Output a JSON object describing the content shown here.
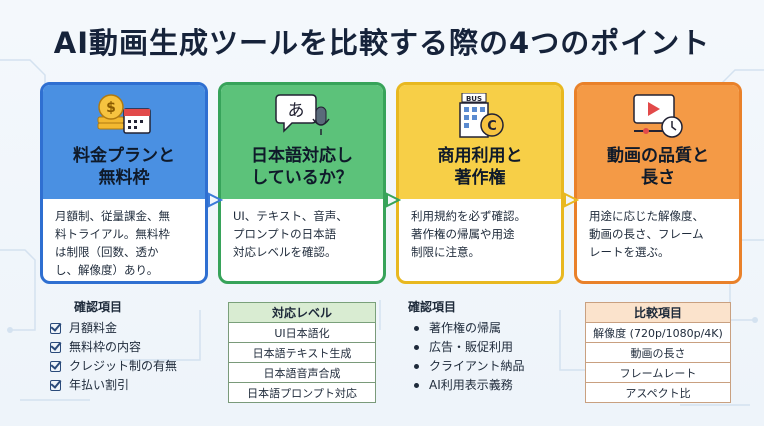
{
  "title": "AI動画生成ツールを比較する際の4つのポイント",
  "cards": [
    {
      "label_lines": [
        "料金プランと",
        "無料枠"
      ],
      "body": [
        "月額制、従量課金、無",
        "料トライアル。無料枠",
        "は制限（回数、透か",
        "し、解像度）あり。"
      ],
      "icon": "coin-calendar-icon",
      "color": "#4a90e2"
    },
    {
      "label_lines": [
        "日本語対応し",
        "しているか？"
      ],
      "body": [
        "UI、テキスト、音声、",
        "プロンプトの日本語",
        "対応レベルを確認。"
      ],
      "icon": "speech-mic-icon",
      "color": "#5cc27a",
      "icon_text": "あ"
    },
    {
      "label_lines": [
        "商用利用と",
        "著作権"
      ],
      "body": [
        "利用規約を必ず確認。",
        "著作権の帰属や用途",
        "制限に注意。"
      ],
      "icon": "bus-copyright-icon",
      "color": "#f7cf47",
      "icon_text": "BUS"
    },
    {
      "label_lines": [
        "動画の品質と",
        "長さ"
      ],
      "body": [
        "用途に応じた解像度、",
        "動画の長さ、フレーム",
        "レートを選ぶ。"
      ],
      "icon": "video-clock-icon",
      "color": "#f49a46"
    }
  ],
  "sections": {
    "s1": {
      "heading": "確認項目",
      "items": [
        "月額料金",
        "無料枠の内容",
        "クレジット制の有無",
        "年払い割引"
      ]
    },
    "s2": {
      "heading": "対応レベル",
      "items": [
        "UI日本語化",
        "日本語テキスト生成",
        "日本語音声合成",
        "日本語プロンプト対応"
      ]
    },
    "s3": {
      "heading": "確認項目",
      "items": [
        "著作権の帰属",
        "広告・販促利用",
        "クライアント納品",
        "AI利用表示義務"
      ]
    },
    "s4": {
      "heading": "比較項目",
      "items": [
        "解像度 (720p/1080p/4K)",
        "動画の長さ",
        "フレームレート",
        "アスペクト比"
      ]
    }
  }
}
